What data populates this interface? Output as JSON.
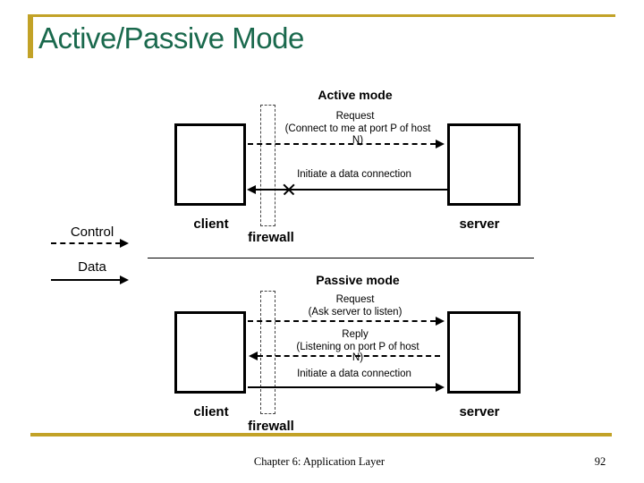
{
  "slide": {
    "title": "Active/Passive Mode",
    "colors": {
      "accent_gold": "#C2A227",
      "title_green": "#1A694D"
    },
    "footer": {
      "chapter": "Chapter 6: Application Layer",
      "page_number": "92"
    }
  },
  "legend": {
    "control_label": "Control",
    "data_label": "Data"
  },
  "active_mode": {
    "heading": "Active mode",
    "request": {
      "line1": "Request",
      "line2": "(Connect to me at port P of host",
      "line3": "N)"
    },
    "initiate_label": "Initiate a data connection",
    "labels": {
      "client": "client",
      "firewall": "firewall",
      "server": "server"
    }
  },
  "passive_mode": {
    "heading": "Passive mode",
    "request": {
      "line1": "Request",
      "line2": "(Ask server to listen)"
    },
    "reply": {
      "line1": "Reply",
      "line2": "(Listening on port P of host",
      "line3": "N)"
    },
    "initiate_label": "Initiate a data connection",
    "labels": {
      "client": "client",
      "firewall": "firewall",
      "server": "server"
    }
  }
}
